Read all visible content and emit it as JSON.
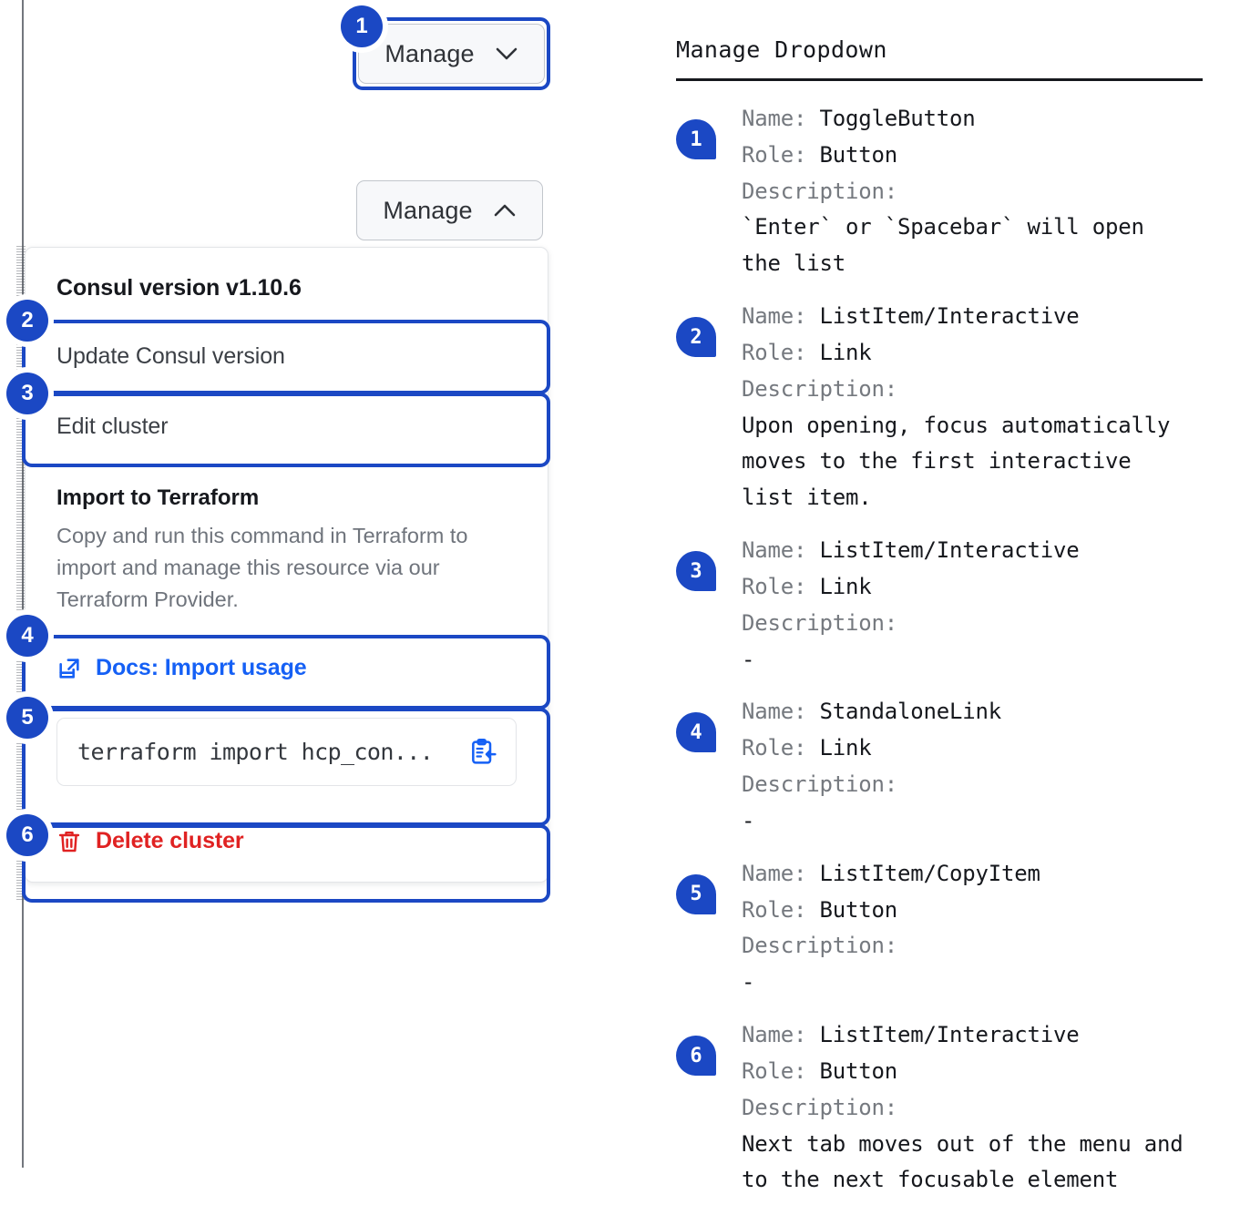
{
  "page_edge": {
    "icon": "page-edge-artifact"
  },
  "left": {
    "toggle_closed": {
      "label": "Manage",
      "caret_icon": "chevron-down-icon"
    },
    "toggle_open": {
      "label": "Manage",
      "caret_icon": "chevron-up-icon"
    },
    "dropdown": {
      "version_heading": "Consul version v1.10.6",
      "update_item": "Update Consul version",
      "edit_item": "Edit cluster",
      "terraform": {
        "heading": "Import to Terraform",
        "description": "Copy and run this command in Terraform to import and manage this resource via our Terraform Provider.",
        "docs_link": "Docs: Import usage",
        "docs_icon": "external-link-icon",
        "command": "terraform import hcp_con...",
        "copy_icon": "clipboard-copy-icon"
      },
      "delete_item": "Delete cluster",
      "delete_icon": "trash-icon"
    },
    "badges": [
      "1",
      "2",
      "3",
      "4",
      "5",
      "6"
    ]
  },
  "right": {
    "title": "Manage Dropdown",
    "labels": {
      "name": "Name:",
      "role": "Role:",
      "description": "Description:"
    },
    "annotations": [
      {
        "number": "1",
        "name": "ToggleButton",
        "role": "Button",
        "description": "`Enter` or `Spacebar` will open\nthe list"
      },
      {
        "number": "2",
        "name": "ListItem/Interactive",
        "role": "Link",
        "description": "Upon opening, focus automatically\nmoves to the first interactive\nlist item."
      },
      {
        "number": "3",
        "name": "ListItem/Interactive",
        "role": "Link",
        "description": "-"
      },
      {
        "number": "4",
        "name": "StandaloneLink",
        "role": "Link",
        "description": "-"
      },
      {
        "number": "5",
        "name": "ListItem/CopyItem",
        "role": "Button",
        "description": "-"
      },
      {
        "number": "6",
        "name": "ListItem/Interactive",
        "role": "Button",
        "description": "Next tab moves out of the menu and\nto the next focusable element"
      }
    ]
  },
  "colors": {
    "accent_blue": "#1b48c4",
    "link_blue": "#1560f5",
    "danger_red": "#e02222",
    "muted_gray": "#6f747c"
  }
}
